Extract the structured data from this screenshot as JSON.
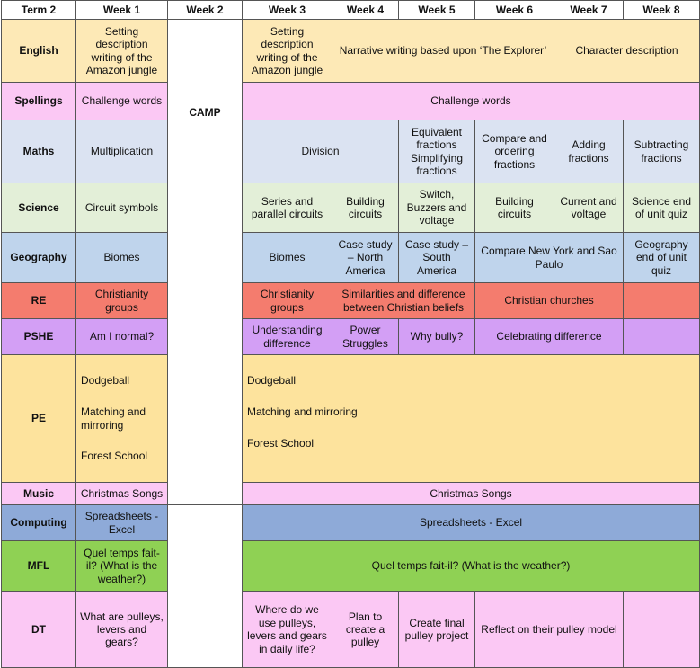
{
  "colors": {
    "english": "#fde9b6",
    "spellings": "#fbc8f4",
    "maths": "#dbe3f2",
    "science": "#e3efd8",
    "geography": "#bfd4ec",
    "re": "#f47c6e",
    "pshe": "#d39ff5",
    "pe": "#fde39d",
    "music": "#fbc8f4",
    "computing": "#8eaad8",
    "mfl": "#8fd154",
    "dt": "#fbc8f4"
  },
  "header": {
    "term": "Term 2",
    "weeks": [
      "Week 1",
      "Week 2",
      "Week 3",
      "Week 4",
      "Week 5",
      "Week 6",
      "Week 7",
      "Week 8"
    ]
  },
  "camp": "CAMP",
  "rows": {
    "english": {
      "subject": "English",
      "w1": "Setting description writing of the Amazon jungle",
      "w3": "Setting description writing of the Amazon jungle",
      "w4_6": "Narrative writing based upon ‘The Explorer’",
      "w7_8": "Character description"
    },
    "spellings": {
      "subject": "Spellings",
      "w1": "Challenge words",
      "w3_8": "Challenge words"
    },
    "maths": {
      "subject": "Maths",
      "w1": "Multiplication",
      "w3_4": "Division",
      "w5": "Equivalent fractions Simplifying fractions",
      "w6": "Compare and ordering fractions",
      "w7": "Adding fractions",
      "w8": "Subtracting fractions"
    },
    "science": {
      "subject": "Science",
      "w1": "Circuit symbols",
      "w3": "Series and parallel circuits",
      "w4": "Building circuits",
      "w5": "Switch, Buzzers and voltage",
      "w6": "Building circuits",
      "w7": "Current and voltage",
      "w8": "Science end of unit quiz"
    },
    "geography": {
      "subject": "Geography",
      "w1": "Biomes",
      "w3": "Biomes",
      "w4": "Case study – North America",
      "w5": "Case study – South America",
      "w6_7": "Compare New York and Sao Paulo",
      "w8": "Geography end of unit quiz"
    },
    "re": {
      "subject": "RE",
      "w1": "Christianity groups",
      "w3": "Christianity groups",
      "w4_5": "Similarities and difference between Christian beliefs",
      "w6_7": "Christian churches",
      "w8": ""
    },
    "pshe": {
      "subject": "PSHE",
      "w1": "Am I normal?",
      "w3": "Understanding difference",
      "w4": "Power Struggles",
      "w5": "Why bully?",
      "w6_7": "Celebrating difference",
      "w8": ""
    },
    "pe": {
      "subject": "PE",
      "w1": [
        "Dodgeball",
        "Matching and mirroring",
        "Forest School"
      ],
      "w3_8": [
        "Dodgeball",
        "Matching and mirroring",
        "Forest School"
      ]
    },
    "music": {
      "subject": "Music",
      "w1": "Christmas Songs",
      "w3_8": "Christmas Songs"
    },
    "computing": {
      "subject": "Computing",
      "w1": "Spreadsheets - Excel",
      "w3_8": "Spreadsheets - Excel"
    },
    "mfl": {
      "subject": "MFL",
      "w1": "Quel temps fait-il? (What is the weather?)",
      "w3_8": "Quel temps fait-il? (What is the weather?)"
    },
    "dt": {
      "subject": "DT",
      "w1": "What are pulleys, levers and gears?",
      "w3": "Where do we use pulleys, levers and gears in daily life?",
      "w4": "Plan to create a pulley",
      "w5": "Create final pulley project",
      "w6_7": "Reflect on their pulley model",
      "w8": ""
    }
  }
}
